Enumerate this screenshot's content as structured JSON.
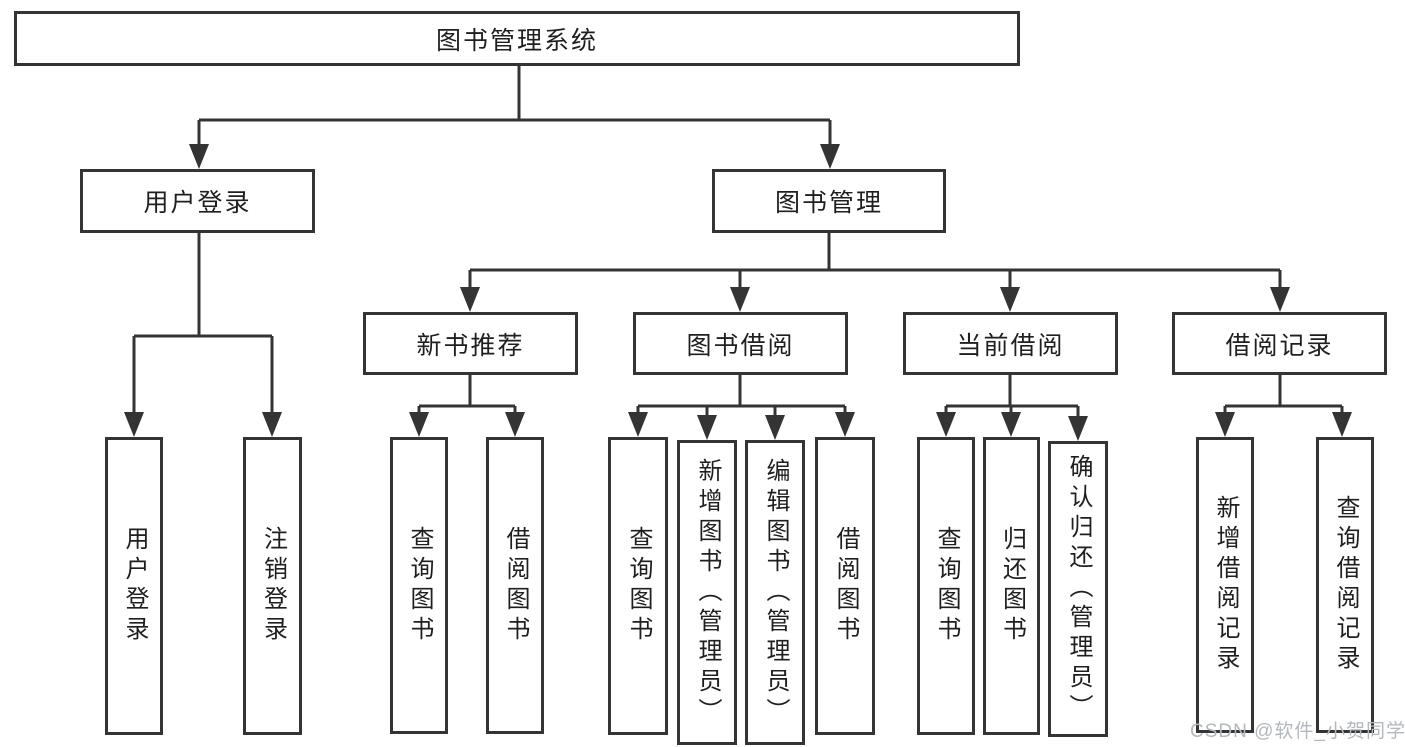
{
  "diagram": {
    "root": "图书管理系统",
    "level2": {
      "user_login": "用户登录",
      "book_management": "图书管理"
    },
    "level3": {
      "new_book_recommend": "新书推荐",
      "book_borrowing": "图书借阅",
      "current_borrowing": "当前借阅",
      "borrowing_records": "借阅记录"
    },
    "user_login_children": [
      "用户登录",
      "注销登录"
    ],
    "new_book_recommend_children": [
      "查询图书",
      "借阅图书"
    ],
    "book_borrowing_children": [
      "查询图书",
      "新增图书（管理员）",
      "编辑图书（管理员）",
      "借阅图书"
    ],
    "current_borrowing_children": [
      "查询图书",
      "归还图书",
      "确认归还（管理员）"
    ],
    "borrowing_records_children": [
      "新增借阅记录",
      "查询借阅记录"
    ]
  },
  "watermark": "CSDN @软件_小贺同学",
  "colors": {
    "line": "#343434",
    "text": "#1f1f1f",
    "watermark": "#b3b8bd",
    "background": "#ffffff"
  }
}
